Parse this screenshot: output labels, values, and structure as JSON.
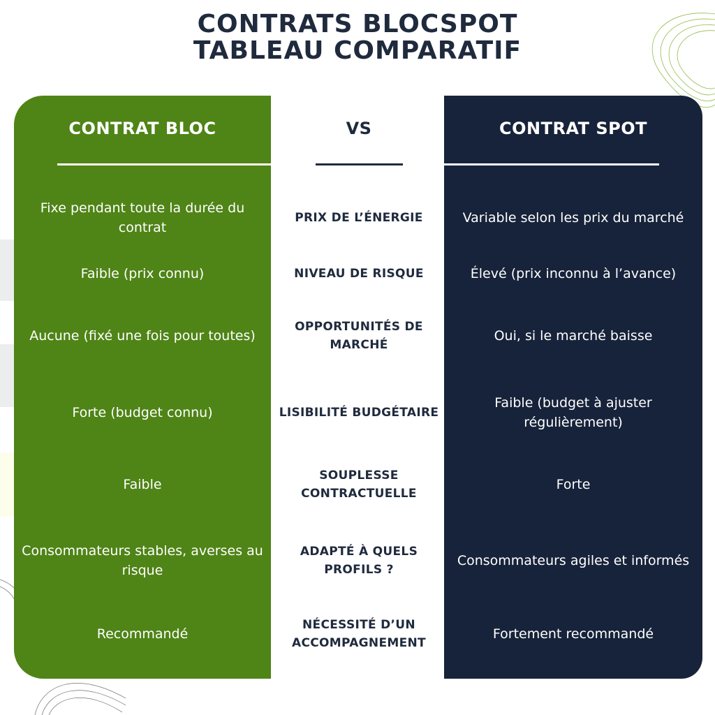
{
  "title": {
    "line1": "CONTRATS BLOCSPOT",
    "line2": "TABLEAU COMPARATIF"
  },
  "headers": {
    "left": "CONTRAT BLOC",
    "middle": "VS",
    "right": "CONTRAT SPOT"
  },
  "colors": {
    "green": "#4f8417",
    "dark": "#17233a",
    "title": "#1f2a3d"
  },
  "rows": [
    {
      "criterion": "PRIX DE L’ÉNERGIE",
      "bloc": "Fixe pendant toute la durée du contrat",
      "spot": "Variable selon les prix du marché"
    },
    {
      "criterion": "NIVEAU DE RISQUE",
      "bloc": "Faible (prix connu)",
      "spot": "Élevé (prix inconnu à l’avance)"
    },
    {
      "criterion": "OPPORTUNITÉS DE MARCHÉ",
      "bloc": "Aucune (fixé une fois pour toutes)",
      "spot": "Oui, si le marché baisse"
    },
    {
      "criterion": "LISIBILITÉ BUDGÉTAIRE",
      "bloc": "Forte (budget connu)",
      "spot": "Faible (budget à ajuster régulièrement)"
    },
    {
      "criterion": "SOUPLESSE CONTRACTUELLE",
      "bloc": "Faible",
      "spot": "Forte"
    },
    {
      "criterion": "ADAPTÉ À QUELS PROFILS ?",
      "bloc": "Consommateurs stables, averses au risque",
      "spot": "Consommateurs agiles et informés"
    },
    {
      "criterion": "NÉCESSITÉ D’UN ACCOMPAGNEMENT",
      "bloc": "Recommandé",
      "spot": "Fortement recommandé"
    }
  ]
}
